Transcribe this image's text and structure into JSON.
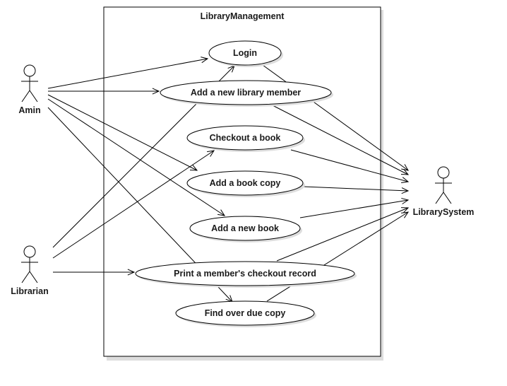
{
  "system": {
    "name": "LibraryManagement"
  },
  "actors": [
    {
      "id": "amin",
      "label": "Amin"
    },
    {
      "id": "librarian",
      "label": "Librarian"
    },
    {
      "id": "librarysystem",
      "label": "LibrarySystem"
    }
  ],
  "use_cases": [
    {
      "id": "login",
      "label": "Login"
    },
    {
      "id": "add-member",
      "label": "Add a new library member"
    },
    {
      "id": "checkout",
      "label": "Checkout a book"
    },
    {
      "id": "add-copy",
      "label": "Add a book copy"
    },
    {
      "id": "add-book",
      "label": "Add a new book"
    },
    {
      "id": "print-record",
      "label": "Print a member's checkout record"
    },
    {
      "id": "find-overdue",
      "label": "Find over due copy"
    }
  ],
  "associations": [
    {
      "from": "amin",
      "to": "login"
    },
    {
      "from": "amin",
      "to": "add-member"
    },
    {
      "from": "amin",
      "to": "add-copy"
    },
    {
      "from": "amin",
      "to": "add-book"
    },
    {
      "from": "amin",
      "to": "find-overdue"
    },
    {
      "from": "librarian",
      "to": "login"
    },
    {
      "from": "librarian",
      "to": "checkout"
    },
    {
      "from": "librarian",
      "to": "print-record"
    },
    {
      "from": "login",
      "to": "librarysystem"
    },
    {
      "from": "add-member",
      "to": "librarysystem"
    },
    {
      "from": "checkout",
      "to": "librarysystem"
    },
    {
      "from": "add-copy",
      "to": "librarysystem"
    },
    {
      "from": "add-book",
      "to": "librarysystem"
    },
    {
      "from": "print-record",
      "to": "librarysystem"
    },
    {
      "from": "find-overdue",
      "to": "librarysystem"
    }
  ]
}
